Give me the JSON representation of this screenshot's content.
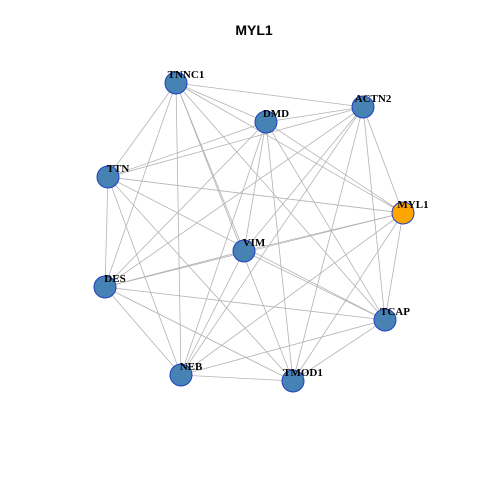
{
  "title": "MYL1",
  "colors": {
    "node_default": "#4682b4",
    "node_highlight": "#ffa500",
    "node_border": "#1f3fbf",
    "edge": "#b3b3b3"
  },
  "nodes": [
    {
      "id": "TNNC1",
      "label": "TNNC1",
      "highlight": false
    },
    {
      "id": "DMD",
      "label": "DMD",
      "highlight": false
    },
    {
      "id": "ACTN2",
      "label": "ACTN2",
      "highlight": false
    },
    {
      "id": "TTN",
      "label": "TTN",
      "highlight": false
    },
    {
      "id": "MYL1",
      "label": "MYL1",
      "highlight": true
    },
    {
      "id": "VIM",
      "label": "VIM",
      "highlight": false
    },
    {
      "id": "DES",
      "label": "DES",
      "highlight": false
    },
    {
      "id": "TCAP",
      "label": "TCAP",
      "highlight": false
    },
    {
      "id": "NEB",
      "label": "NEB",
      "highlight": false
    },
    {
      "id": "TMOD1",
      "label": "TMOD1",
      "highlight": false
    }
  ],
  "edges": [
    [
      "TNNC1",
      "DMD"
    ],
    [
      "TNNC1",
      "ACTN2"
    ],
    [
      "TNNC1",
      "TTN"
    ],
    [
      "TNNC1",
      "MYL1"
    ],
    [
      "TNNC1",
      "VIM"
    ],
    [
      "TNNC1",
      "DES"
    ],
    [
      "TNNC1",
      "TCAP"
    ],
    [
      "TNNC1",
      "NEB"
    ],
    [
      "TNNC1",
      "TMOD1"
    ],
    [
      "DMD",
      "ACTN2"
    ],
    [
      "DMD",
      "TTN"
    ],
    [
      "DMD",
      "MYL1"
    ],
    [
      "DMD",
      "VIM"
    ],
    [
      "DMD",
      "DES"
    ],
    [
      "DMD",
      "TCAP"
    ],
    [
      "DMD",
      "NEB"
    ],
    [
      "DMD",
      "TMOD1"
    ],
    [
      "ACTN2",
      "TTN"
    ],
    [
      "ACTN2",
      "MYL1"
    ],
    [
      "ACTN2",
      "VIM"
    ],
    [
      "ACTN2",
      "DES"
    ],
    [
      "ACTN2",
      "TCAP"
    ],
    [
      "ACTN2",
      "NEB"
    ],
    [
      "ACTN2",
      "TMOD1"
    ],
    [
      "TTN",
      "MYL1"
    ],
    [
      "TTN",
      "DES"
    ],
    [
      "TTN",
      "TCAP"
    ],
    [
      "TTN",
      "NEB"
    ],
    [
      "TTN",
      "TMOD1"
    ],
    [
      "MYL1",
      "VIM"
    ],
    [
      "MYL1",
      "DES"
    ],
    [
      "MYL1",
      "TCAP"
    ],
    [
      "MYL1",
      "NEB"
    ],
    [
      "MYL1",
      "TMOD1"
    ],
    [
      "VIM",
      "DES"
    ],
    [
      "VIM",
      "TCAP"
    ],
    [
      "VIM",
      "NEB"
    ],
    [
      "DES",
      "TCAP"
    ],
    [
      "DES",
      "NEB"
    ],
    [
      "DES",
      "TMOD1"
    ],
    [
      "TCAP",
      "NEB"
    ],
    [
      "TCAP",
      "TMOD1"
    ],
    [
      "NEB",
      "TMOD1"
    ]
  ]
}
